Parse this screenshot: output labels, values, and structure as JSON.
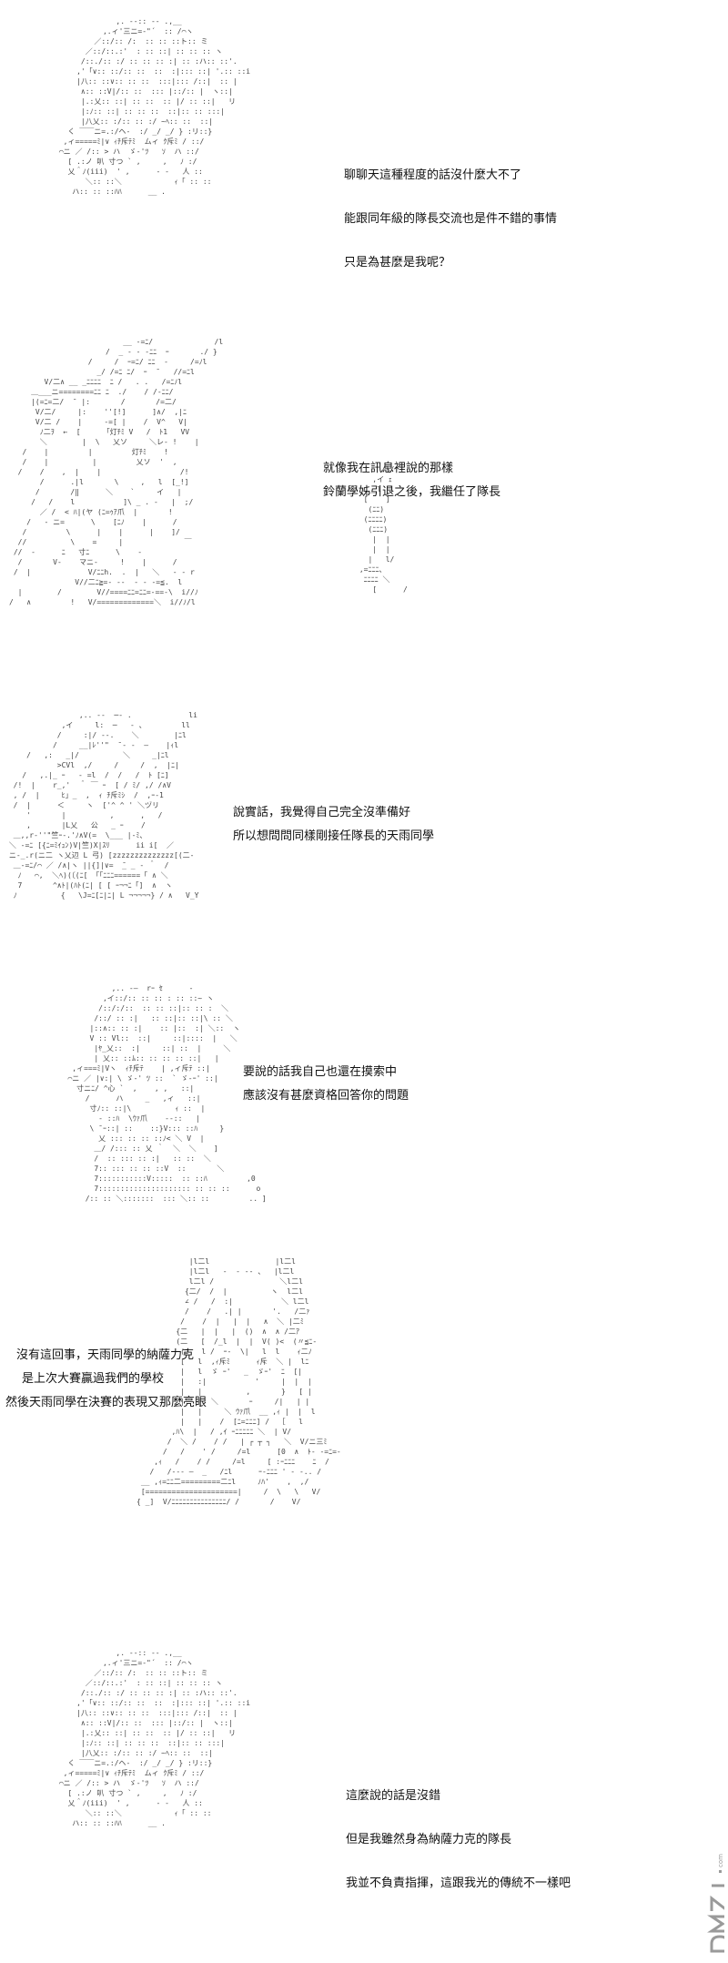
{
  "panels": [
    {
      "id": "p1",
      "lines": [
        "聊聊天這種程度的話沒什麼大不了",
        "能跟同年級的隊長交流也是件不錯的事情",
        "只是為甚麼是我呢？"
      ]
    },
    {
      "id": "p2",
      "lines": [
        "就像我在訊息裡說的那樣",
        "鈴蘭學姊引退之後，我繼任了隊長"
      ]
    },
    {
      "id": "p3",
      "lines": [
        "說實話，我覺得自己完全沒準備好",
        "所以想問問同樣剛接任隊長的天雨同學"
      ]
    },
    {
      "id": "p4",
      "lines": [
        "要說的話我自己也還在摸索中",
        "應該沒有甚麼資格回答你的問題"
      ]
    },
    {
      "id": "p5",
      "lines": [
        "沒有這回事，天雨同學的納薩力克",
        "是上次大賽贏過我們的學校",
        "然後天雨同學在決賽的表現又那麼亮眼"
      ]
    },
    {
      "id": "p6",
      "lines": [
        "這麼說的話是沒錯",
        "但是我雖然身為納薩力克的隊長",
        "我並不負責指揮，這跟我光的傳統不一樣吧"
      ]
    }
  ],
  "watermark": {
    "label": "DMZJ.com",
    "icon": "site-logo-icon",
    "color": "#9a9a9a"
  }
}
